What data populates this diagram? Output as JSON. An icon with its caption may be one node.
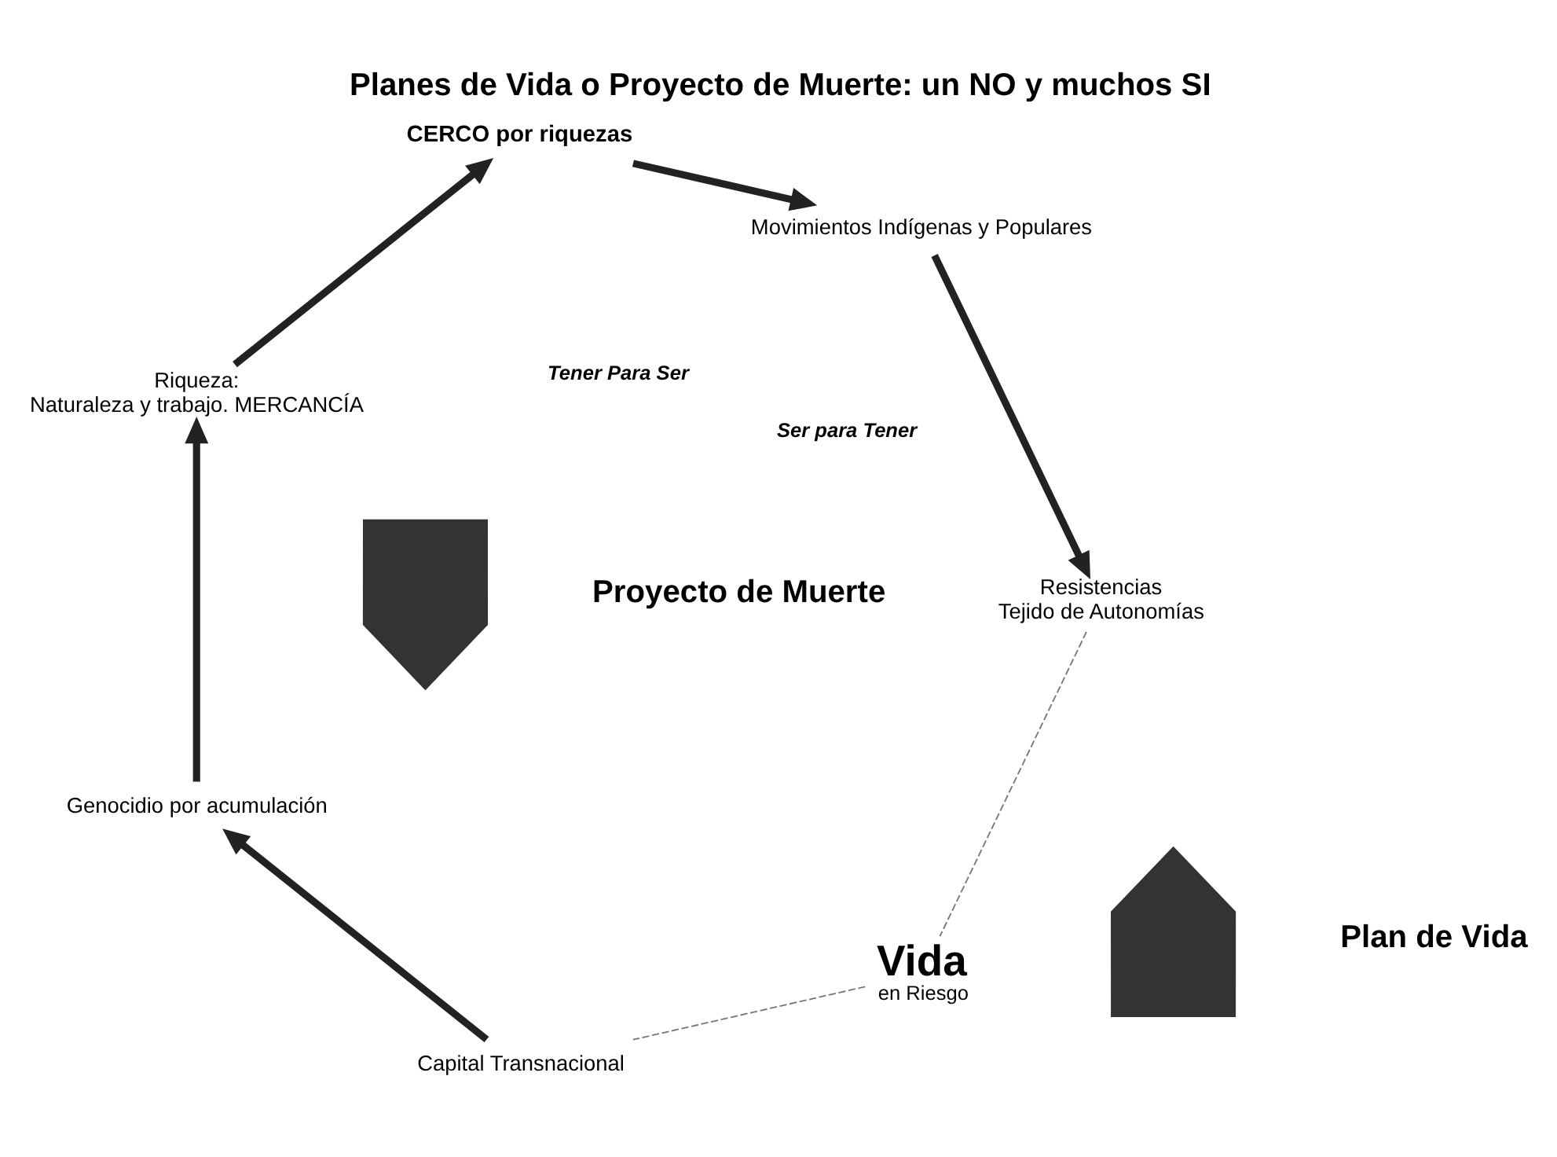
{
  "diagram": {
    "title": "Planes de Vida o Proyecto de Muerte: un NO y muchos SI",
    "nodes": [
      {
        "text": [
          "Vida",
          "en Riesgo"
        ]
      },
      {
        "text": [
          "Capital Transnacional"
        ]
      },
      {
        "text": [
          "Genocidio por acumulación"
        ]
      },
      {
        "text": [
          "Riqueza:",
          "Naturaleza y trabajo. MERCANCÍA"
        ]
      },
      {
        "text": [
          "CERCO por riquezas"
        ]
      },
      {
        "text": [
          "Movimientos Indígenas y Populares"
        ]
      },
      {
        "text": [
          "Resistencias",
          "Tejido de Autonomías"
        ]
      },
      {
        "text": [],
        "shape": "arrow",
        "beside": [
          "Plan de Vida"
        ]
      },
      {
        "text": [],
        "shape": "arrow",
        "beside": [
          "Proyecto de Muerte"
        ]
      }
    ],
    "edges": [
      {
        "from": 0,
        "to": 1,
        "arrow": "none",
        "style": "dashed"
      },
      {
        "from": 1,
        "to": 2,
        "arrow": "to"
      },
      {
        "from": 2,
        "to": 3,
        "arrow": "to"
      },
      {
        "from": 3,
        "to": 4,
        "arrow": "to"
      },
      {
        "from": 4,
        "to": 5,
        "arrow": "to"
      },
      {
        "from": 5,
        "to": 6,
        "arrow": "to"
      },
      {
        "from": 6,
        "to": 0,
        "arrow": "none",
        "style": "dashed"
      }
    ],
    "labels": [
      "Ser para Tener",
      "Tener Para Ser"
    ]
  }
}
